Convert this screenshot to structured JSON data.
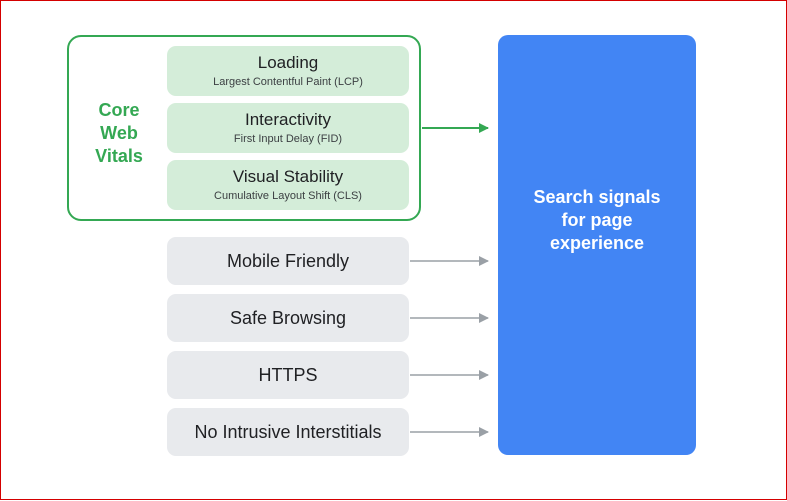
{
  "core_web_vitals": {
    "label_lines": [
      "Core",
      "Web",
      "Vitals"
    ],
    "metrics": [
      {
        "title": "Loading",
        "subtitle": "Largest Contentful Paint (LCP)"
      },
      {
        "title": "Interactivity",
        "subtitle": "First Input Delay (FID)"
      },
      {
        "title": "Visual Stability",
        "subtitle": "Cumulative Layout Shift (CLS)"
      }
    ]
  },
  "other_signals": [
    "Mobile Friendly",
    "Safe Browsing",
    "HTTPS",
    "No Intrusive Interstitials"
  ],
  "target": {
    "lines": [
      "Search signals",
      "for page",
      "experience"
    ]
  },
  "colors": {
    "green": "#34a853",
    "green_fill": "#d4edd9",
    "gray_fill": "#e8eaed",
    "gray_arrow": "#9aa0a6",
    "blue": "#4285f4",
    "frame_border": "#d40000"
  }
}
